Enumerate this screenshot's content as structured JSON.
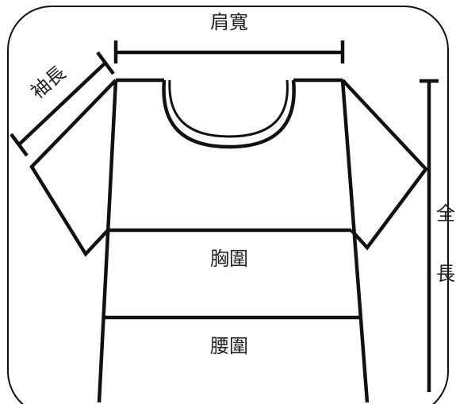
{
  "labels": {
    "shoulder_width": "肩寬",
    "sleeve_length": "袖長",
    "chest": "胸圍",
    "waist": "腰圍",
    "total_length_top": "全",
    "total_length_bottom": "長"
  },
  "colors": {
    "line": "#111111",
    "text": "#222222",
    "background": "#ffffff"
  }
}
